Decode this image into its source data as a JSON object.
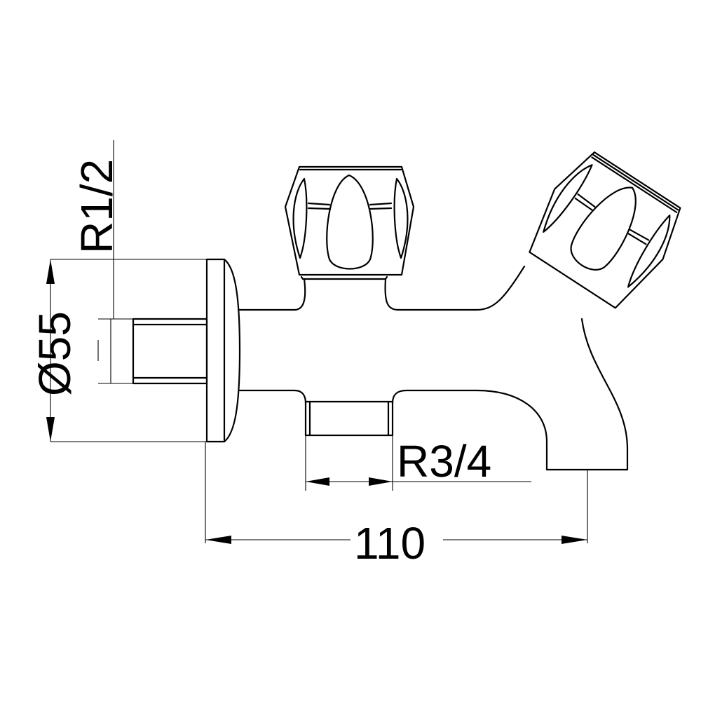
{
  "dimensions": {
    "diameter_label": "Ø55",
    "inlet_thread_label": "R1/2",
    "outlet_thread_label": "R3/4",
    "length_label": "110"
  },
  "colors": {
    "line": "#000000",
    "background": "#ffffff"
  }
}
